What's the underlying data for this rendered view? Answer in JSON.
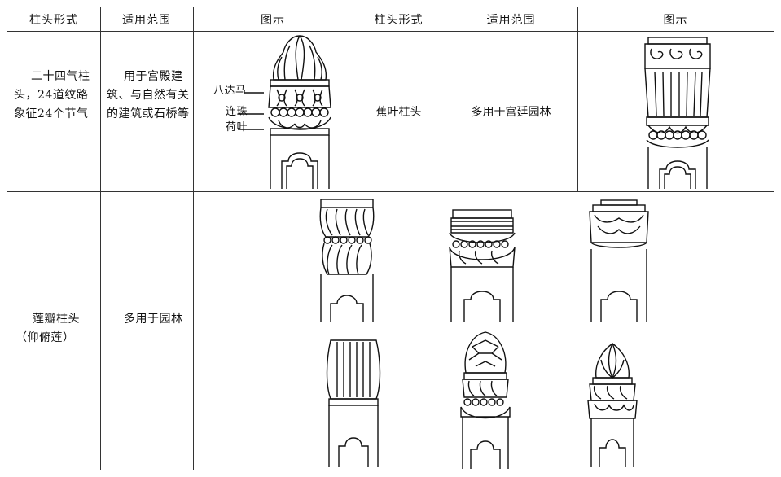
{
  "headers": {
    "left": [
      "柱头形式",
      "适用范围",
      "图示"
    ],
    "right": [
      "柱头形式",
      "适用范围",
      "图示"
    ]
  },
  "rows": [
    {
      "form": "二十四气柱头，24道纹路象征24个节气",
      "usage": "用于宫殿建筑、与自然有关的建筑或石桥等",
      "labels": [
        "八达马",
        "连珠",
        "荷叶"
      ]
    },
    {
      "form": "蕉叶柱头",
      "usage": "多用于宫廷园林"
    },
    {
      "form": "莲瓣柱头（仰俯莲）",
      "usage": "多用于园林"
    }
  ]
}
